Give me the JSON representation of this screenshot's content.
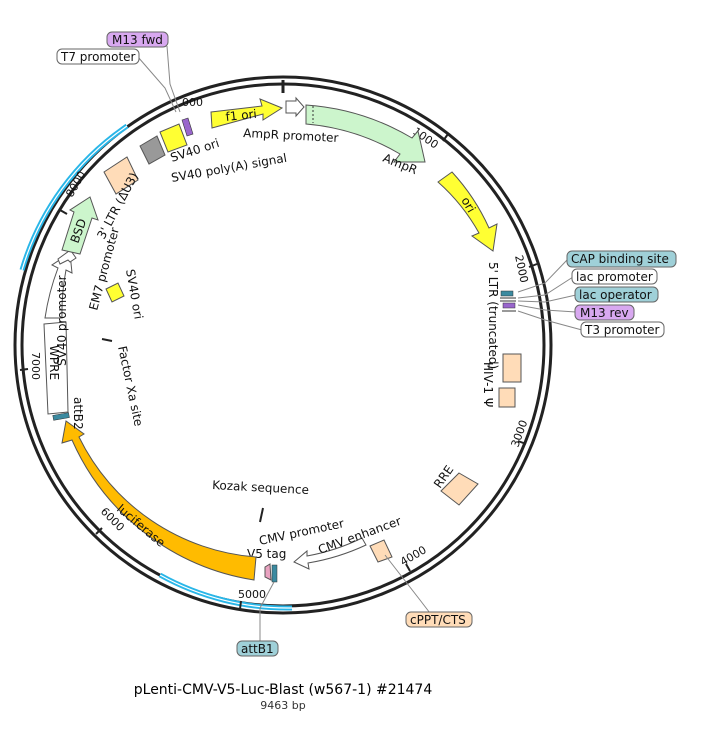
{
  "title": "pLenti-CMV-V5-Luc-Blast (w567-1)  #21474",
  "size_label": "9463 bp",
  "colors": {
    "backbone": "#222222",
    "highlight": "#29b6e8",
    "yellow": "#ffff33",
    "green": "#ccf5cc",
    "orange": "#ffbb00",
    "peach": "#ffdcb8",
    "gray": "#999999",
    "white": "#ffffff",
    "purple": "#9966cc",
    "teal": "#3b8aa0",
    "pink": "#e9a2c0",
    "box_teal": "#9fd0d8",
    "box_purple": "#d8a8f0"
  },
  "ticks": [
    "1000",
    "2000",
    "3000",
    "4000",
    "5000",
    "6000",
    "7000",
    "8000",
    "000"
  ],
  "features": {
    "f1_ori": "f1 ori",
    "ori": "ori",
    "bsd": "BSD",
    "luciferase": "luciferase",
    "ampr": "AmpR",
    "ampr_promoter": "AmpR promoter",
    "sv40_ori_top": "SV40 ori",
    "sv40_polya": "SV40 poly(A) signal",
    "ltr3": "3' LTR (ΔU3)",
    "em7": "EM7 promoter",
    "sv40_promoter": "SV40 promoter",
    "sv40_ori_inner": "SV40 ori",
    "factor_xa": "Factor Xa site",
    "wpre": "WPRE",
    "attb2": "attB2",
    "ltr5": "5' LTR (truncated)",
    "hiv": "HIV-1 Ψ",
    "rre": "RRE",
    "kozak": "Kozak sequence",
    "cmv_promoter": "CMV promoter",
    "cmv_enhancer": "CMV enhancer",
    "v5_tag": "V5 tag"
  },
  "callouts": {
    "m13_fwd": "M13 fwd",
    "t7_promoter": "T7 promoter",
    "cap_binding": "CAP binding site",
    "lac_promoter": "lac promoter",
    "lac_operator": "lac operator",
    "m13_rev": "M13 rev",
    "t3_promoter": "T3 promoter",
    "cppt_cts": "cPPT/CTS",
    "attb1": "attB1"
  }
}
